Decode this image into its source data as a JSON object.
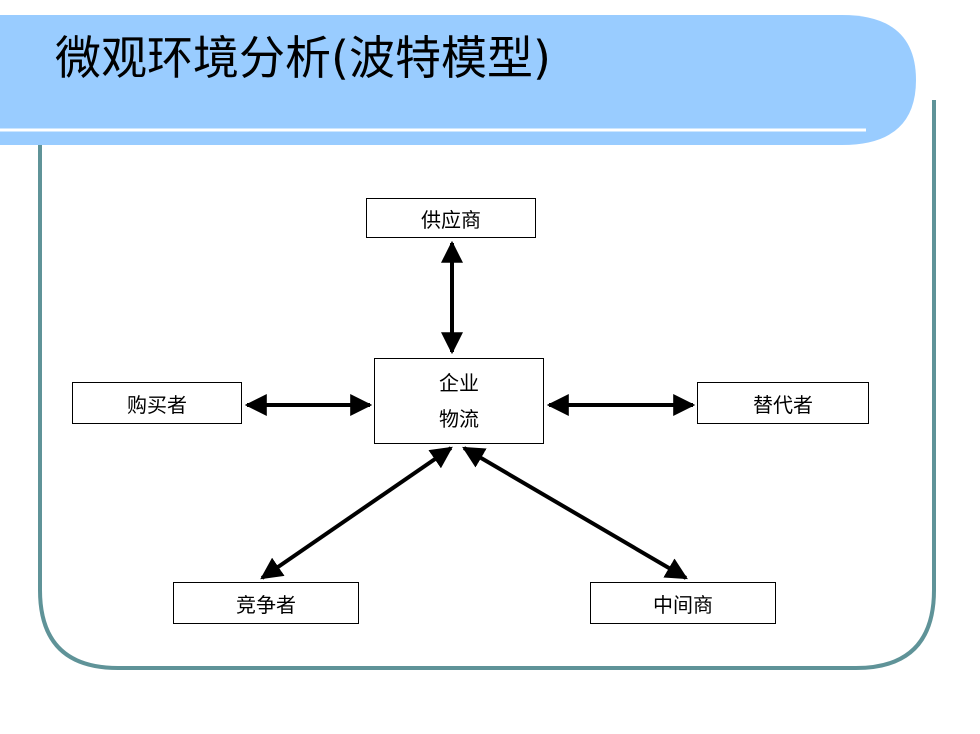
{
  "slide": {
    "title": "微观环境分析(波特模型)"
  },
  "diagram": {
    "center": {
      "line1": "企业",
      "line2": "物流"
    },
    "nodes": {
      "supplier": "供应商",
      "buyer": "购买者",
      "substitute": "替代者",
      "competitor": "竞争者",
      "intermediary": "中间商"
    }
  },
  "colors": {
    "title_band": "#99ccff",
    "frame_border": "#5f9398",
    "title_underline": "#ffffff",
    "box_border": "#000000",
    "arrow": "#000000"
  }
}
